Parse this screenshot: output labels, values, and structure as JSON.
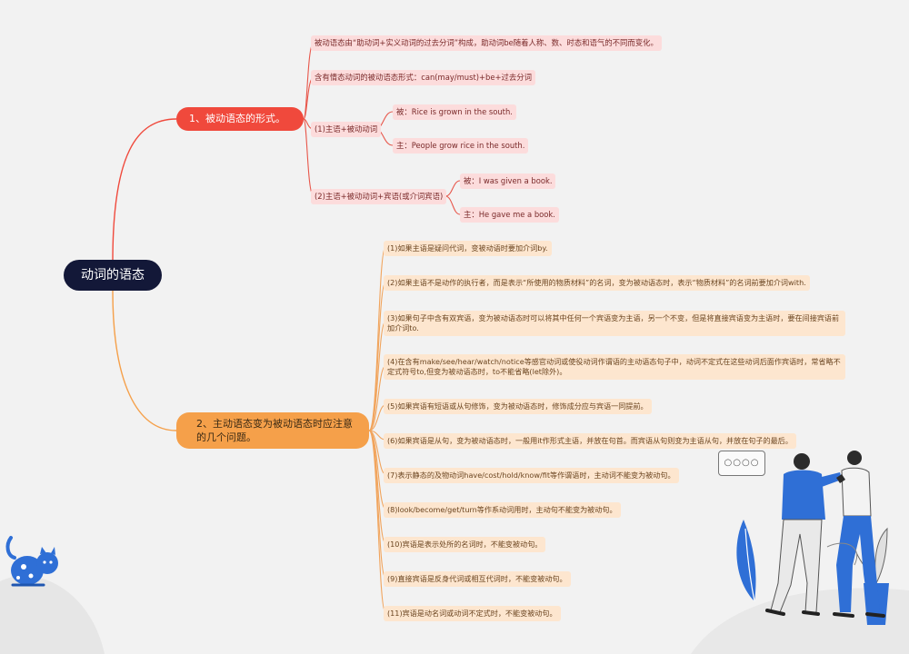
{
  "root": {
    "label": "动词的语态"
  },
  "branch1": {
    "label": "1、被动语态的形式。",
    "items": [
      {
        "label": "被动语态由“助动词+实义动词的过去分词”构成，助动词be随着人称、数、时态和语气的不同而变化。"
      },
      {
        "label": "含有情态动词的被动语态形式：can(may/must)+be+过去分词"
      },
      {
        "label": "(1)主语+被动动词",
        "children": [
          {
            "label": "被：Rice is grown in the south."
          },
          {
            "label": "主：People grow rice in the south."
          }
        ]
      },
      {
        "label": "(2)主语+被动动词+宾语(或介词宾语)",
        "children": [
          {
            "label": "被：I was given a book."
          },
          {
            "label": "主：He gave me a book."
          }
        ]
      }
    ]
  },
  "branch2": {
    "label": "2、主动语态变为被动语态时应注意的几个问题。",
    "items": [
      {
        "label": "(1)如果主语是疑问代词，变被动语时要加介词by."
      },
      {
        "label": "(2)如果主语不是动作的执行者，而是表示“所使用的物质材料”的名词，变为被动语态时，表示“物质材料”的名词前要加介词with."
      },
      {
        "label": "(3)如果句子中含有双宾语，变为被动语态时可以将其中任何一个宾语变为主语，另一个不变，但是将直接宾语变为主语时，要在间接宾语前加介词to."
      },
      {
        "label": "(4)在含有make/see/hear/watch/notice等感官动词或使役动词作谓语的主动语态句子中，动词不定式在这些动词后面作宾语时，常省略不定式符号to,但变为被动语态时，to不能省略(let除外)。"
      },
      {
        "label": "(5)如果宾语有短语或从句修饰，变为被动语态时，修饰成分应与宾语一同提前。"
      },
      {
        "label": "(6)如果宾语是从句，变为被动语态时，一般用it作形式主语，并放在句首。而宾语从句则变为主语从句，并放在句子的最后。"
      },
      {
        "label": "(7)表示静态的及物动词have/cost/hold/know/fit等作谓语时，主动词不能变为被动句。"
      },
      {
        "label": "(8)look/become/get/turn等作系动词用时，主动句不能变为被动句。"
      },
      {
        "label": "(10)宾语是表示处所的名词时，不能变被动句。"
      },
      {
        "label": "(9)直接宾语是反身代词或相互代词时，不能变被动句。"
      },
      {
        "label": "(11)宾语是动名词或动词不定式时，不能变被动句。"
      }
    ]
  },
  "speech_bubble": {
    "text": "○○○○"
  },
  "colors": {
    "root": "#131838",
    "branch1": "#f0493c",
    "branch2": "#f5a04a",
    "pinkNode": "#fcdcdc",
    "orangeNode": "#fde6cf"
  }
}
